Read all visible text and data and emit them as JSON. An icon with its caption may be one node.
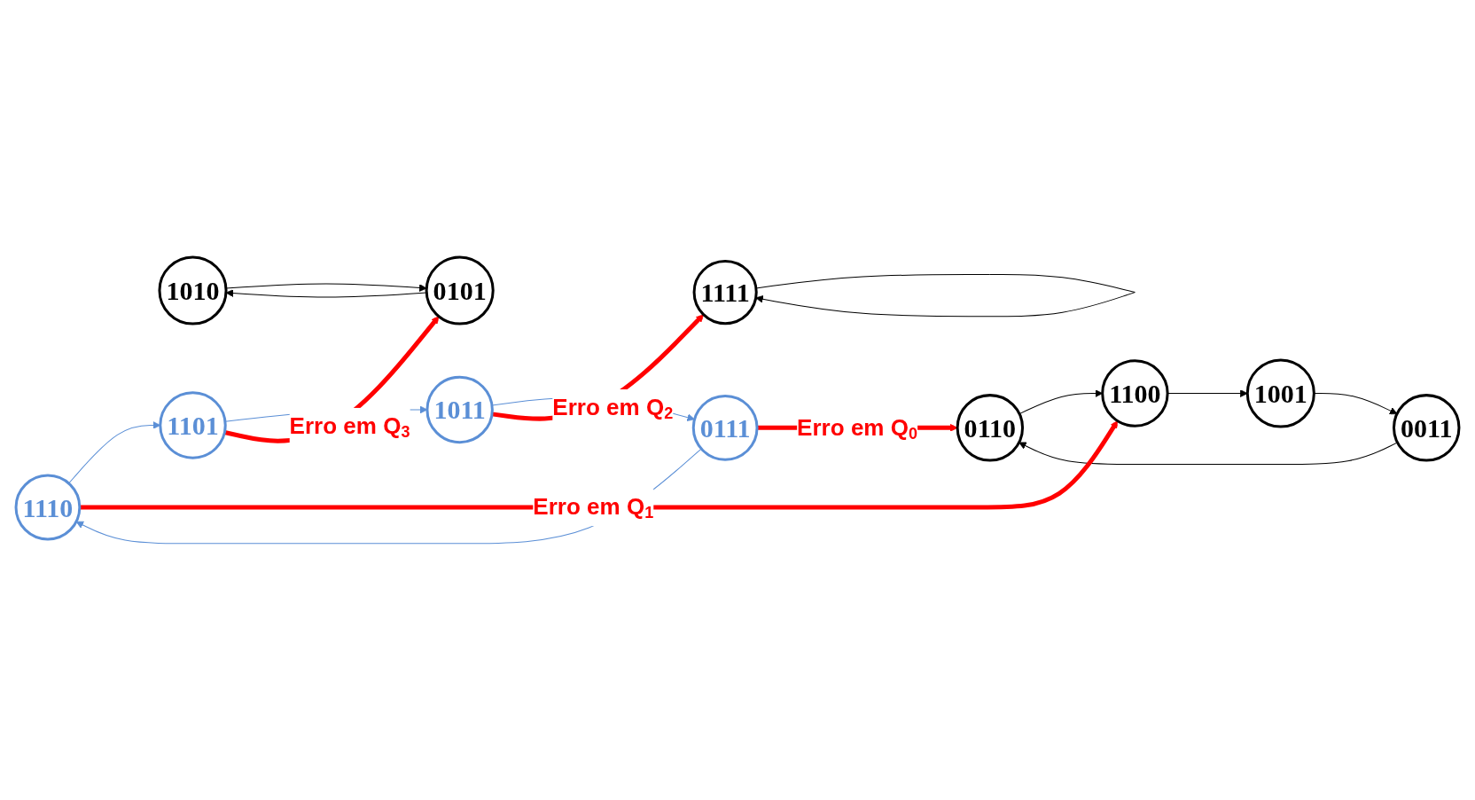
{
  "diagram": {
    "nodes": [
      {
        "text": [
          "1010"
        ]
      },
      {
        "text": [
          "0101"
        ]
      },
      {
        "text": [
          "1111"
        ]
      },
      {
        "text": [
          "1110"
        ]
      },
      {
        "text": [
          "1101"
        ]
      },
      {
        "text": [
          "0111"
        ]
      },
      {
        "text": [
          "1011"
        ]
      },
      {
        "text": [
          "0011"
        ]
      },
      {
        "text": [
          "0110"
        ]
      },
      {
        "text": [
          "1001"
        ]
      },
      {
        "text": [
          "1100"
        ]
      }
    ],
    "edges": [
      {
        "from": 0,
        "to": 1,
        "arrow": "to"
      },
      {
        "from": 1,
        "to": 0,
        "arrow": "to"
      },
      {
        "from": 2,
        "to": 2,
        "arrow": "to"
      },
      {
        "from": 7,
        "to": 8,
        "arrow": "to"
      },
      {
        "from": 8,
        "to": 10,
        "arrow": "to"
      },
      {
        "from": 10,
        "to": 9,
        "arrow": "to"
      },
      {
        "from": 9,
        "to": 7,
        "arrow": "to"
      },
      {
        "from": 3,
        "to": 4,
        "arrow": "to",
        "color": "#5b8fd6"
      },
      {
        "from": 4,
        "to": 6,
        "arrow": "to",
        "color": "#5b8fd6"
      },
      {
        "from": 6,
        "to": 5,
        "arrow": "to",
        "color": "#5b8fd6"
      },
      {
        "from": 5,
        "to": 3,
        "arrow": "to",
        "color": "#5b8fd6"
      },
      {
        "from": 4,
        "to": 1,
        "arrow": "to",
        "label": "Erro em Q$_{3}$",
        "style": "thick",
        "color": "#ff0000"
      },
      {
        "from": 3,
        "to": 10,
        "arrow": "to",
        "label": "Erro em Q$_{1}$",
        "style": "thick",
        "color": "#ff0000"
      },
      {
        "from": 5,
        "to": 8,
        "arrow": "to",
        "label": "Erro em Q$_{0}$",
        "style": "thick",
        "color": "#ff0000"
      },
      {
        "from": 6,
        "to": 2,
        "arrow": "to",
        "label": "Erro em Q$_{2}$",
        "style": "thick",
        "color": "#ff0000"
      }
    ]
  }
}
